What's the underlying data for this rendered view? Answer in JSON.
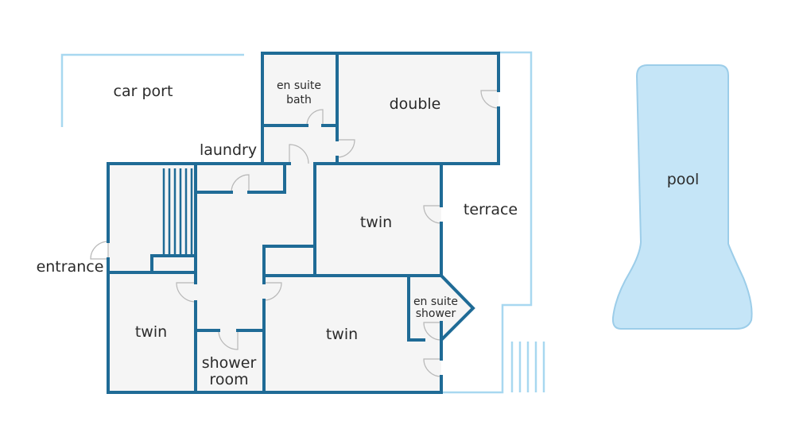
{
  "rooms": {
    "car_port": "car port",
    "en_suite_bath": [
      "en suite",
      "bath"
    ],
    "double": "double",
    "laundry": "laundry",
    "twin_middle": "twin",
    "terrace": "terrace",
    "pool": "pool",
    "entrance": "entrance",
    "twin_left": "twin",
    "twin_bottom": "twin",
    "en_suite_shower": [
      "en suite",
      "shower"
    ],
    "shower_room": [
      "shower",
      "room"
    ]
  },
  "colors": {
    "wall": "#1f6b96",
    "exterior_line": "#a8d8f0",
    "room_fill": "#f5f5f5",
    "pool_fill": "#c5e5f7",
    "pool_edge": "#9ccde9",
    "door_line": "#b8b8b8"
  }
}
